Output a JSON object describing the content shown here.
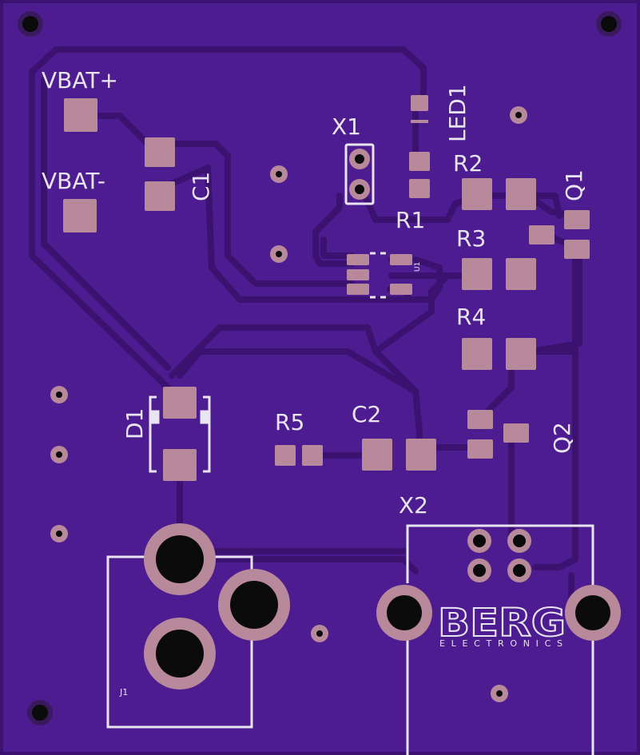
{
  "colors": {
    "board": "#4e1c91",
    "trace": "#3b126f",
    "copper_pad": "#b8899a",
    "silkscreen": "#e8e4f0",
    "hole": "#0b0b0b"
  },
  "labels": {
    "vbat_plus": "VBAT+",
    "vbat_minus": "VBAT-",
    "c1": "C1",
    "x1": "X1",
    "led1": "LED1",
    "r1": "R1",
    "r2": "R2",
    "q1": "Q1",
    "r3": "R3",
    "u1": "U1",
    "r4": "R4",
    "d1": "D1",
    "r5": "R5",
    "c2": "C2",
    "q2": "Q2",
    "x2": "X2",
    "j1": "J1",
    "logo_main": "BERG",
    "logo_sub": "ELECTRONICS"
  }
}
